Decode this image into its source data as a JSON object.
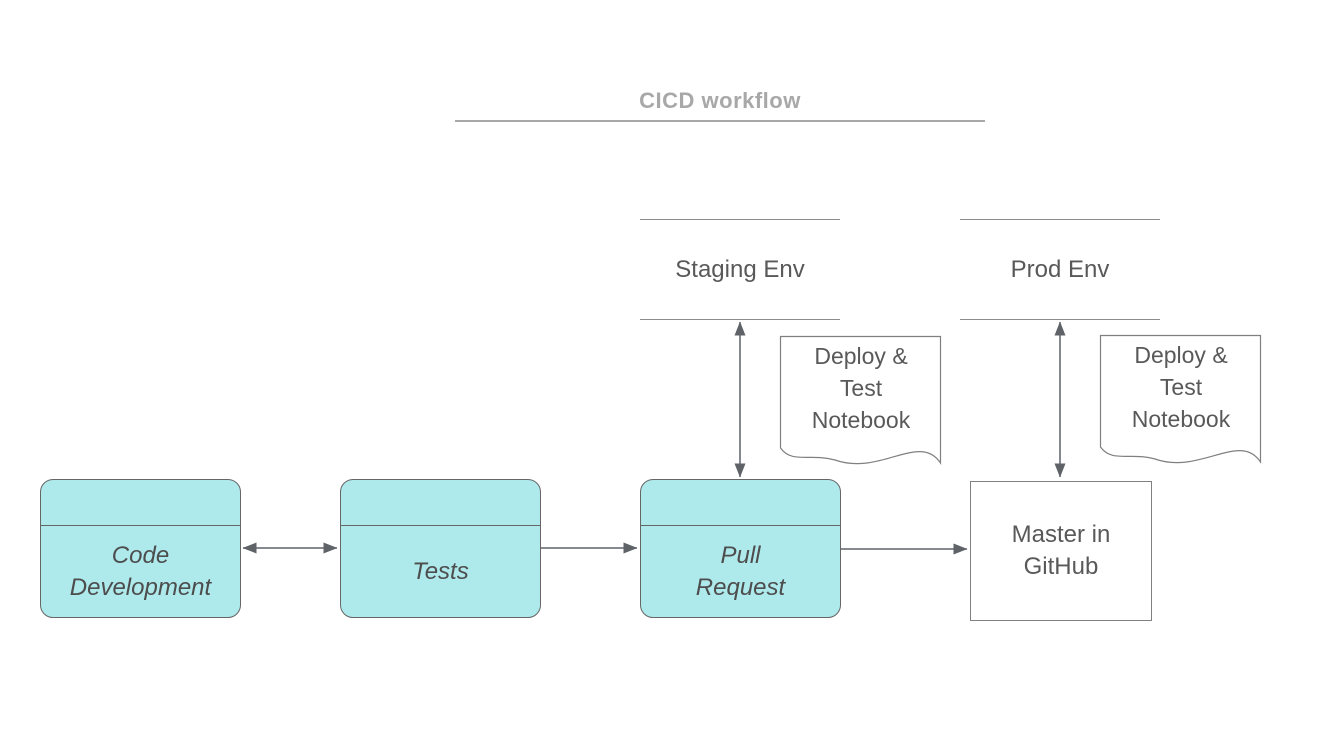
{
  "diagram": {
    "title": "CICD workflow",
    "environments": {
      "staging": {
        "label": "Staging Env"
      },
      "prod": {
        "label": "Prod Env"
      }
    },
    "nodes": {
      "code_development": {
        "label": "Code\nDevelopment"
      },
      "tests": {
        "label": "Tests"
      },
      "pull_request": {
        "label": "Pull\nRequest"
      },
      "master_github": {
        "label": "Master in\nGitHub"
      }
    },
    "documents": {
      "staging_notebook": {
        "label": "Deploy &\nTest\nNotebook"
      },
      "prod_notebook": {
        "label": "Deploy &\nTest\nNotebook"
      }
    },
    "colors": {
      "node_fill": "#aee9ec",
      "node_border": "#666666",
      "container_line": "#8c8c8c",
      "arrow": "#5f6368",
      "label_text": "#595959",
      "node_text": "#4d4d4d",
      "title_text": "#a8a8a8"
    }
  }
}
